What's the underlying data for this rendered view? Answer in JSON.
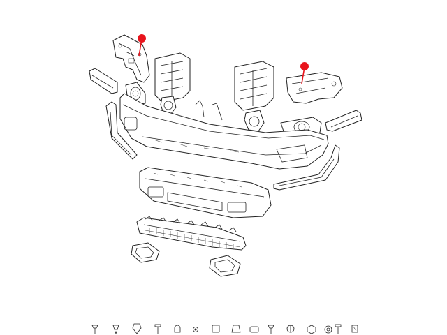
{
  "diagram": {
    "callout_color": "#e8141c",
    "line_color": "#222222",
    "background": "#ffffff",
    "parts": [
      {
        "id": "left-headlamp-bracket",
        "highlighted": true
      },
      {
        "id": "right-headlamp-bracket",
        "highlighted": true
      },
      {
        "id": "left-center-bracket",
        "highlighted": false
      },
      {
        "id": "right-center-bracket",
        "highlighted": false
      },
      {
        "id": "left-upper-trim-strip",
        "highlighted": false
      },
      {
        "id": "right-upper-trim-strip",
        "highlighted": false
      },
      {
        "id": "left-fog-lamp-bezel",
        "highlighted": false
      },
      {
        "id": "right-fog-lamp-bezel",
        "highlighted": false
      },
      {
        "id": "front-bumper-fascia",
        "highlighted": false
      },
      {
        "id": "left-lower-molding",
        "highlighted": false
      },
      {
        "id": "right-lower-molding",
        "highlighted": false
      },
      {
        "id": "lower-valance",
        "highlighted": false
      },
      {
        "id": "grille-insert",
        "highlighted": false
      },
      {
        "id": "left-lower-bezel",
        "highlighted": false
      },
      {
        "id": "right-lower-bezel",
        "highlighted": false
      }
    ],
    "hardware_icons": [
      "bolt-icon",
      "push-pin-icon",
      "retainer-clip-icon",
      "screw-icon",
      "rivet-icon",
      "grommet-icon",
      "push-nut-icon",
      "u-nut-icon",
      "clip-icon",
      "bolt-icon",
      "plug-icon",
      "hex-nut-icon",
      "washer-icon",
      "rivet-icon",
      "spring-clip-icon"
    ]
  }
}
